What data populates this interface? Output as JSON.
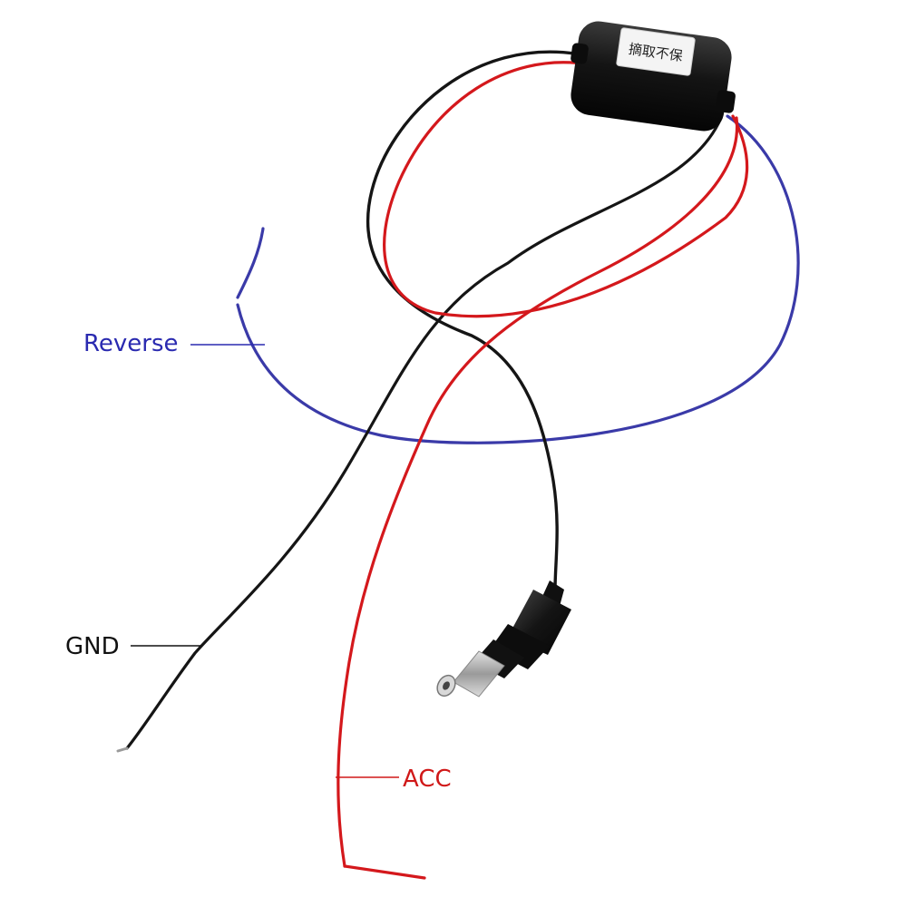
{
  "labels": {
    "reverse": "Reverse",
    "gnd": "GND",
    "acc": "ACC"
  },
  "module_sticker_text": "摘取不保",
  "colors": {
    "reverse": "#2a2ab0",
    "gnd": "#111111",
    "acc": "#d01818",
    "wire_blue": "#3a3aa8",
    "wire_black": "#151515",
    "wire_red": "#d4181c",
    "module_body": "#141414",
    "sticker": "#f4f4f4",
    "plug_metal": "#b8b8b8"
  },
  "icons": {
    "module": "filter-module-icon",
    "plug": "dc-barrel-plug-icon"
  }
}
